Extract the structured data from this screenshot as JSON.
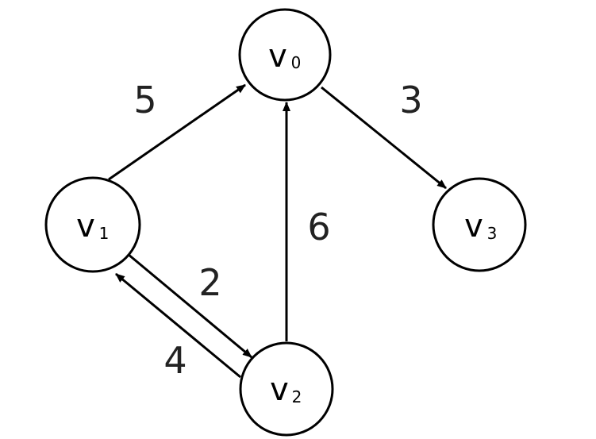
{
  "graph": {
    "directed": true,
    "nodes": [
      {
        "id": "v0",
        "base": "v",
        "subscript": "0"
      },
      {
        "id": "v1",
        "base": "v",
        "subscript": "1"
      },
      {
        "id": "v2",
        "base": "v",
        "subscript": "2"
      },
      {
        "id": "v3",
        "base": "v",
        "subscript": "3"
      }
    ],
    "edges": [
      {
        "from": "v1",
        "to": "v0",
        "weight": "5"
      },
      {
        "from": "v0",
        "to": "v3",
        "weight": "3"
      },
      {
        "from": "v2",
        "to": "v0",
        "weight": "6"
      },
      {
        "from": "v1",
        "to": "v2",
        "weight": "2"
      },
      {
        "from": "v2",
        "to": "v1",
        "weight": "4"
      }
    ]
  }
}
